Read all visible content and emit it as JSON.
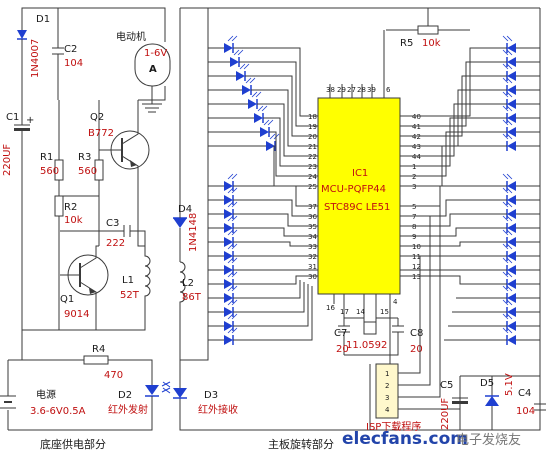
{
  "labels": {
    "d1": "D1",
    "d1_val": "1N4007",
    "c2": "C2",
    "c2_val": "104",
    "motor": "电动机",
    "motor_val": "1-6V",
    "motor_a": "A",
    "c1": "C1",
    "c1_val": "220UF",
    "q2": "Q2",
    "q2_val": "B772",
    "r1": "R1",
    "r1_val": "560",
    "r3": "R3",
    "r3_val": "560",
    "r2": "R2",
    "r2_val": "10k",
    "c3": "C3",
    "c3_val": "222",
    "q1": "Q1",
    "q1_val": "9014",
    "l1": "L1",
    "l1_val": "52T",
    "d4": "D4",
    "d4_val": "1N4148",
    "l2": "L2",
    "l2_val": "86T",
    "r4": "R4",
    "r4_val": "470",
    "d2": "D2",
    "d2_val": "红外发射",
    "d3": "D3",
    "d3_val": "红外接收",
    "power": "电源",
    "power_val": "3.6-6V0.5A",
    "r5": "R5",
    "r5_val": "10k",
    "ic1": "IC1",
    "ic1_type": "MCU-PQFP44",
    "ic1_model": "STC89C LE51",
    "c7": "C7",
    "c7_val": "20",
    "c8": "C8",
    "c8_val": "20",
    "xtal": "11.0592",
    "c5": "C5",
    "c5_val": "220UF",
    "d5": "D5",
    "d5_val": "5.1V",
    "c4": "C4",
    "c4_val": "104",
    "isp": "ISP下载程序",
    "section_base": "底座供电部分",
    "section_main": "主板旋转部分",
    "watermark": "elecfans.com",
    "watermark_cn": "电子发烧友"
  },
  "pins": {
    "top": [
      "38",
      "29",
      "27",
      "28",
      "39",
      "6"
    ],
    "left": [
      "18",
      "19",
      "20",
      "21",
      "22",
      "23",
      "24",
      "25",
      "37",
      "36",
      "35",
      "34",
      "33",
      "32",
      "31",
      "30"
    ],
    "right": [
      "40",
      "41",
      "42",
      "43",
      "44",
      "1",
      "2",
      "3",
      "5",
      "7",
      "8",
      "9",
      "10",
      "11",
      "12",
      "13"
    ],
    "bottom": [
      "16",
      "17",
      "14",
      "15",
      "4"
    ],
    "isp": [
      "1",
      "2",
      "3",
      "4"
    ]
  },
  "colors": {
    "wire": "#3a3a3a",
    "led": "#1f3fd0",
    "value": "#c01010",
    "ic": "#ffff00"
  }
}
